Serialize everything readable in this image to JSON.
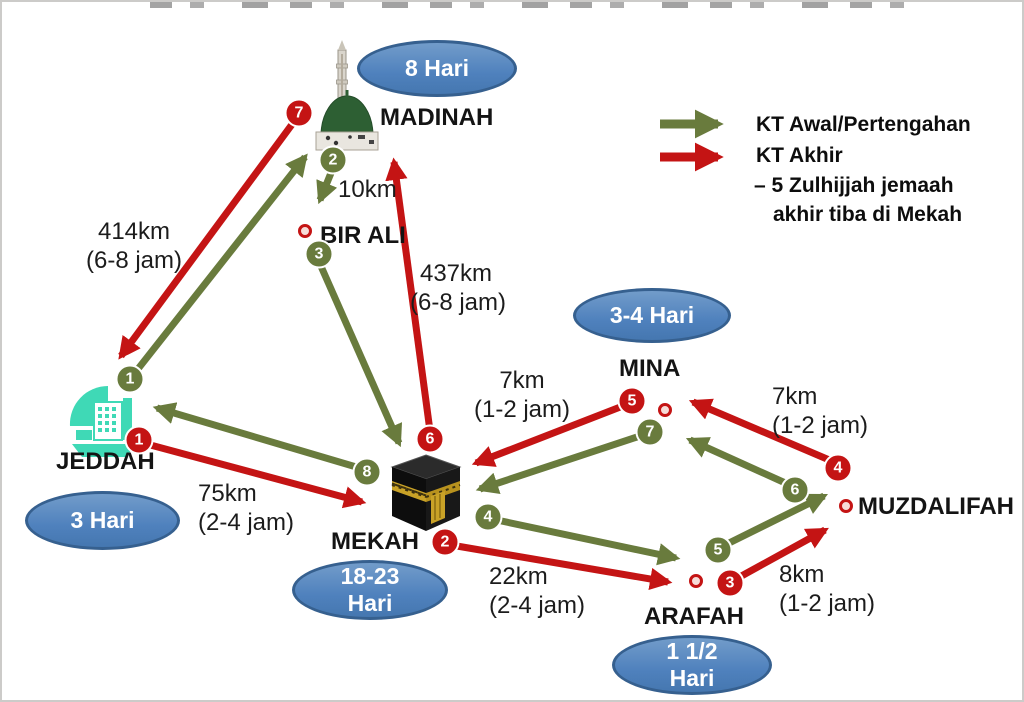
{
  "legend": {
    "awal_label": "KT Awal/Pertengahan",
    "akhir_label": "KT Akhir",
    "note_line1": "– 5 Zulhijjah jemaah",
    "note_line2": "akhir tiba di Mekah"
  },
  "cities": {
    "madinah": "MADINAH",
    "bir_ali": "BIR ALI",
    "jeddah": "JEDDAH",
    "mekah": "MEKAH",
    "mina": "MINA",
    "muzdalifah": "MUZDALIFAH",
    "arafah": "ARAFAH"
  },
  "durations": {
    "madinah": "8 Hari",
    "mina": "3-4 Hari",
    "jeddah": "3 Hari",
    "mekah_line1": "18-23",
    "mekah_line2": "Hari",
    "arafah_line1": "1 1/2",
    "arafah_line2": "Hari"
  },
  "distances": {
    "jeddah_madinah_km": "414km",
    "jeddah_madinah_time": "(6-8 jam)",
    "madinah_birali_km": "10km",
    "mekah_madinah_km": "437km",
    "mekah_madinah_time": "(6-8 jam)",
    "mina_mekah_km": "7km",
    "mina_mekah_time": "(1-2 jam)",
    "muzdalifah_mina_km": "7km",
    "muzdalifah_mina_time": "(1-2 jam)",
    "jeddah_mekah_km": "75km",
    "jeddah_mekah_time": "(2-4 jam)",
    "mekah_arafah_km": "22km",
    "mekah_arafah_time": "(2-4 jam)",
    "arafah_muzdalifah_km": "8km",
    "arafah_muzdalifah_time": "(1-2 jam)"
  },
  "markers": {
    "green": [
      "1",
      "2",
      "3",
      "4",
      "5",
      "6",
      "7",
      "8"
    ],
    "red": [
      "1",
      "2",
      "3",
      "4",
      "5",
      "6",
      "7"
    ]
  },
  "colors": {
    "route_awal_green": "#697b3d",
    "route_akhir_red": "#c41414",
    "duration_bubble_fill": "#4f81bd",
    "duration_bubble_border": "#36608f",
    "jeddah_icon_teal": "#3fd9b6",
    "madinah_dome_green": "#2d5f33",
    "kaaba_gold": "#c9a227"
  }
}
